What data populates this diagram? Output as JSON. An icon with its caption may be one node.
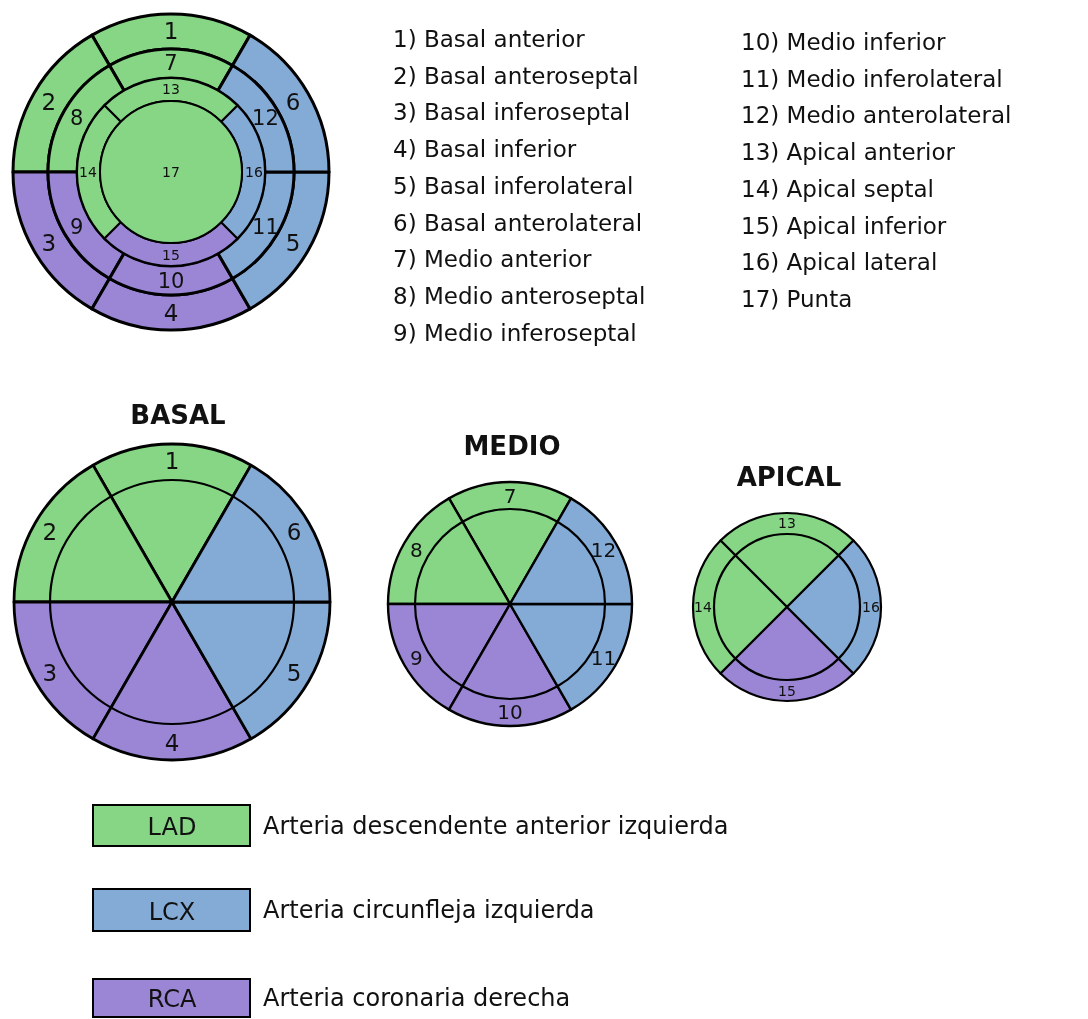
{
  "diagram": {
    "nodes": [
      {
        "text": [
          "1"
        ]
      },
      {
        "text": [
          "2"
        ]
      },
      {
        "text": [
          "3"
        ]
      },
      {
        "text": [
          "4"
        ]
      },
      {
        "text": [
          "5"
        ]
      },
      {
        "text": [
          "6"
        ]
      },
      {
        "text": [
          "7"
        ]
      },
      {
        "text": [
          "8"
        ]
      },
      {
        "text": [
          "9"
        ]
      },
      {
        "text": [
          "10"
        ]
      },
      {
        "text": [
          "11"
        ]
      },
      {
        "text": [
          "12"
        ]
      },
      {
        "text": [
          "13"
        ]
      },
      {
        "text": [
          "14"
        ]
      },
      {
        "text": [
          "15"
        ]
      },
      {
        "text": [
          "16"
        ]
      },
      {
        "text": [
          "17"
        ]
      },
      {
        "text": [
          "1"
        ]
      },
      {
        "text": [
          "2"
        ]
      },
      {
        "text": [
          "3"
        ]
      },
      {
        "text": [
          "4"
        ]
      },
      {
        "text": [
          "5"
        ]
      },
      {
        "text": [
          "6"
        ]
      },
      {
        "text": [
          "7"
        ]
      },
      {
        "text": [
          "8"
        ]
      },
      {
        "text": [
          "9"
        ]
      },
      {
        "text": [
          "10"
        ]
      },
      {
        "text": [
          "11"
        ]
      },
      {
        "text": [
          "12"
        ]
      },
      {
        "text": [
          "13"
        ]
      },
      {
        "text": [
          "14"
        ]
      },
      {
        "text": [
          "15"
        ]
      },
      {
        "text": [
          "16"
        ]
      }
    ],
    "labels": [
      "1) Basal anterior",
      "2) Basal anteroseptal",
      "3) Basal inferoseptal",
      "4) Basal inferior",
      "5) Basal inferolateral",
      "6) Basal anterolateral",
      "7) Medio anterior",
      "8) Medio anteroseptal",
      "9) Medio inferoseptal",
      "10) Medio inferior",
      "11) Medio inferolateral",
      "12) Medio anterolateral",
      "13) Apical anterior",
      "14) Apical septal",
      "15) Apical inferior",
      "16) Apical lateral",
      "17) Punta",
      "BASAL",
      "MEDIO",
      "APICAL",
      "LAD",
      "LCX",
      "RCA"
    ],
    "legend": [
      {
        "text": "Arteria descendente anterior izquierda",
        "color": "#86d686"
      },
      {
        "text": "Arteria circunfleja izquierda",
        "color": "#84aad6"
      },
      {
        "text": "Arteria coronaria derecha",
        "color": "#9b86d6"
      }
    ]
  }
}
